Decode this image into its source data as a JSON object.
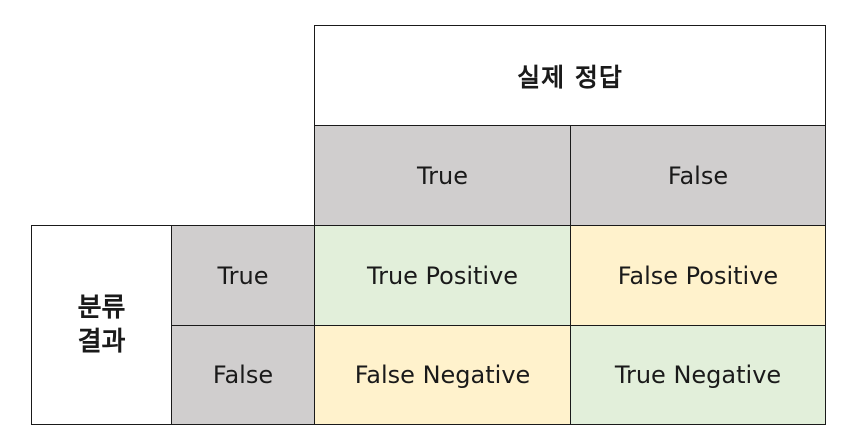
{
  "matrix": {
    "actual_header": "실제 정답",
    "predicted_header_line1": "분류",
    "predicted_header_line2": "결과",
    "columns": [
      "True",
      "False"
    ],
    "rows": [
      "True",
      "False"
    ],
    "cells": {
      "true_positive": "True Positive",
      "false_positive": "False Positive",
      "false_negative": "False Negative",
      "true_negative": "True Negative"
    },
    "colors": {
      "header_gray": "#d0cece",
      "correct_green": "#e2efda",
      "error_yellow": "#fff2cc",
      "border": "#1a1a1a"
    }
  }
}
